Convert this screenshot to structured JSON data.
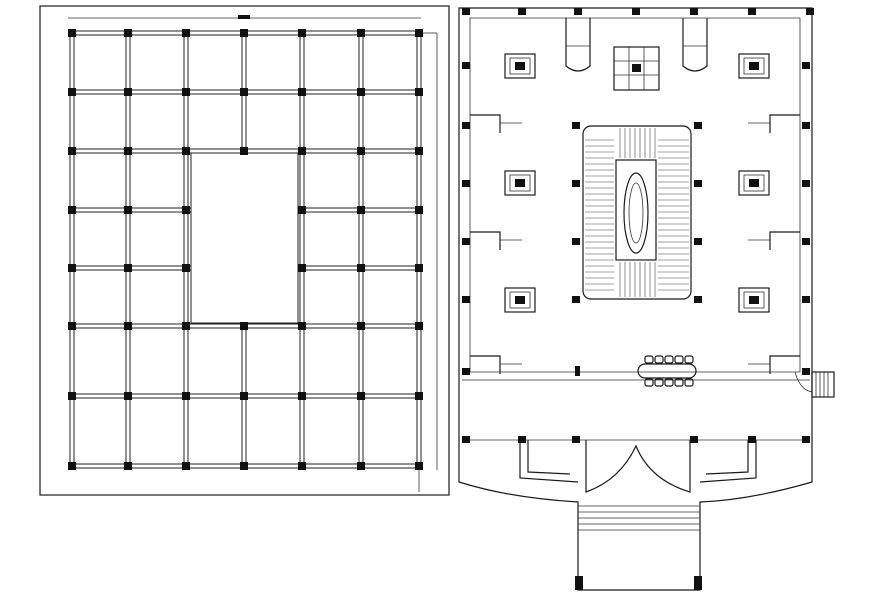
{
  "structural_plan": {
    "grid_columns": 7,
    "grid_rows": 8,
    "open_void_rows": [
      3,
      4
    ],
    "open_void_cols": [
      2,
      3
    ],
    "dimension_side_label": "",
    "dimension_bottom_label": ""
  },
  "floor_plan": {
    "display_niches": 6,
    "side_recesses": 6,
    "table_chairs": 10
  },
  "colors": {
    "line": "#1a1a1a",
    "column": "#111111",
    "background": "#ffffff"
  }
}
